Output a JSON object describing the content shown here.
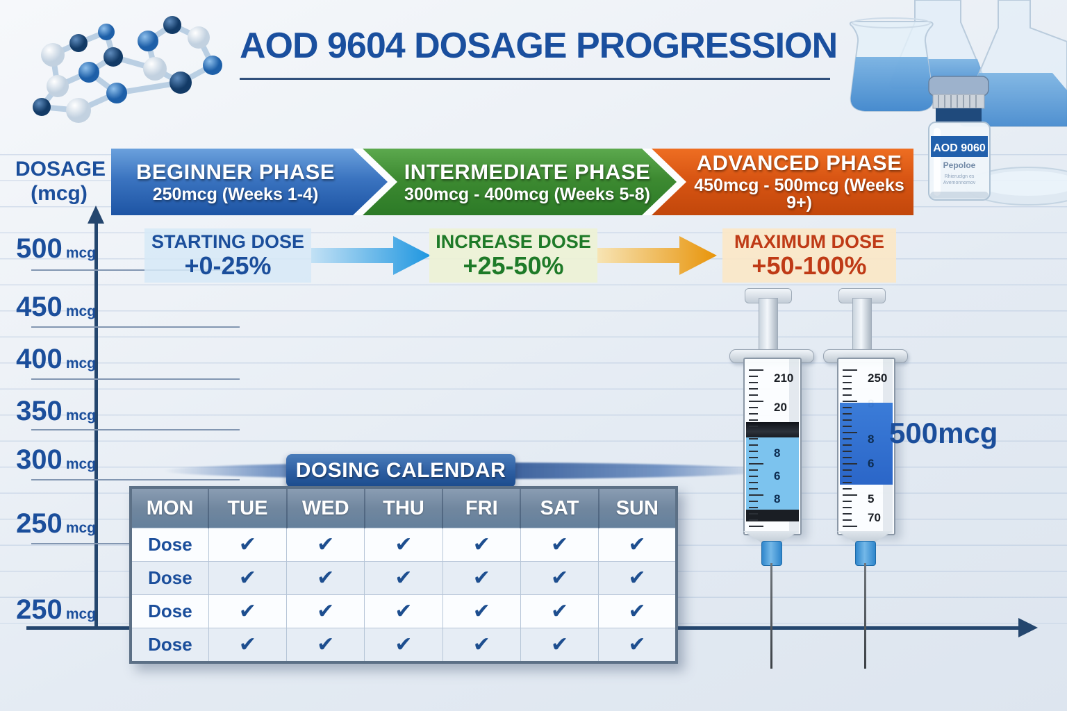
{
  "title": "AOD 9604 DOSAGE PROGRESSION",
  "colors": {
    "accent_blue": "#1b4e9b",
    "phase_blue": "#2e6cb6",
    "phase_green": "#348229",
    "phase_orange": "#d4540f",
    "step_green_text": "#1e7a28",
    "step_red_text": "#bf3a16",
    "table_header_bg": "#71879f",
    "check_blue": "#1d4e8f",
    "liquid_blue": "#4f94d6"
  },
  "dosage_axis": {
    "title_line1": "DOSAGE",
    "title_line2": "(mcg)",
    "ticks": [
      {
        "value": "500",
        "unit": "mcg"
      },
      {
        "value": "450",
        "unit": "mcg"
      },
      {
        "value": "400",
        "unit": "mcg"
      },
      {
        "value": "350",
        "unit": "mcg"
      },
      {
        "value": "300",
        "unit": "mcg"
      },
      {
        "value": "250",
        "unit": "mcg"
      },
      {
        "value": "250",
        "unit": "mcg"
      }
    ]
  },
  "phases": [
    {
      "name": "BEGINNER PHASE",
      "range": "250mcg (Weeks 1-4)"
    },
    {
      "name": "INTERMEDIATE PHASE",
      "range": "300mcg - 400mcg (Weeks 5-8)"
    },
    {
      "name": "ADVANCED PHASE",
      "range": "450mcg - 500mcg (Weeks 9+)"
    }
  ],
  "dose_steps": [
    {
      "label": "STARTING DOSE",
      "value": "+0-25%"
    },
    {
      "label": "INCREASE DOSE",
      "value": "+25-50%"
    },
    {
      "label": "MAXIMUM DOSE",
      "value": "+50-100%"
    }
  ],
  "calendar": {
    "title": "DOSING CALENDAR",
    "days": [
      "MON",
      "TUE",
      "WED",
      "THU",
      "FRI",
      "SAT",
      "SUN"
    ],
    "rows": [
      {
        "label": "Dose",
        "checks": [
          "✔",
          "✔",
          "✔",
          "✔",
          "✔",
          "✔"
        ]
      },
      {
        "label": "Dose",
        "checks": [
          "✔",
          "✔",
          "✔",
          "✔",
          "✔",
          "✔"
        ]
      },
      {
        "label": "Dose",
        "checks": [
          "✔",
          "✔",
          "✔",
          "✔",
          "✔",
          "✔"
        ]
      },
      {
        "label": "Dose",
        "checks": [
          "✔",
          "✔",
          "✔",
          "✔",
          "✔",
          "✔"
        ]
      }
    ]
  },
  "syringes": {
    "annotation": "500mcg",
    "left_scale_labels": [
      "210",
      "20",
      "8",
      "6",
      "8"
    ],
    "right_scale_labels": [
      "250",
      "8",
      "8",
      "6",
      "5",
      "70"
    ]
  },
  "vial": {
    "name": "AOD 9060",
    "subtitle": "Pepoloe",
    "small_line1": "Rhieruclgn es",
    "small_line2": "Avemonnomov"
  }
}
